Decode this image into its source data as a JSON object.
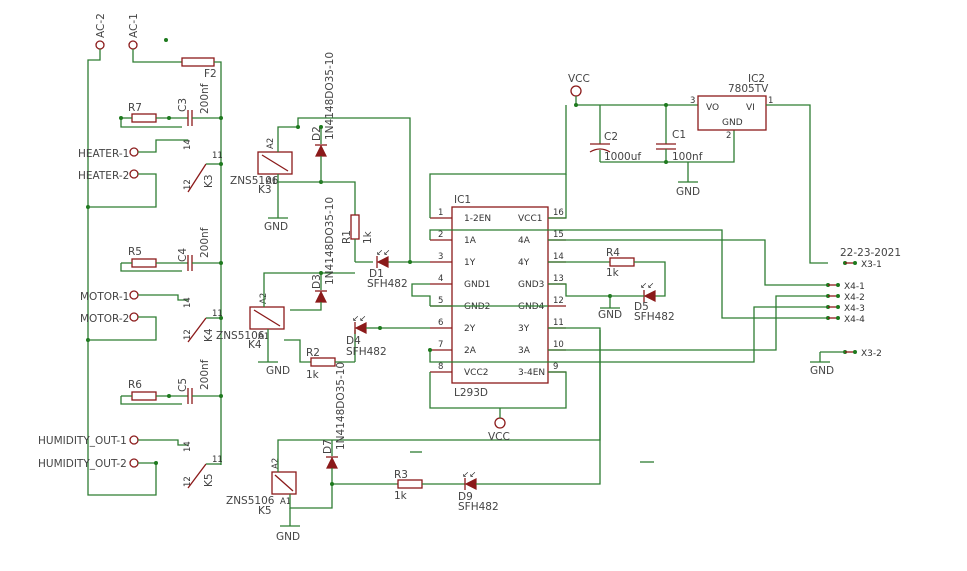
{
  "ac": {
    "ac2": "AC-2",
    "ac1": "AC-1"
  },
  "fuse": {
    "name": "F2"
  },
  "resistors": {
    "r7": "R7",
    "r5": "R5",
    "r6": "R6",
    "r1": "R1",
    "r1_val": "1k",
    "r2": "R2",
    "r2_val": "1k",
    "r3": "R3",
    "r3_val": "1k",
    "r4": "R4",
    "r4_val": "1k"
  },
  "caps": {
    "c3": "C3",
    "c3_val": "200nf",
    "c4": "C4",
    "c4_val": "200nf",
    "c5": "C5",
    "c5_val": "200nf",
    "c2": "C2",
    "c2_val": "1000uf",
    "c1": "C1",
    "c1_val": "100nf"
  },
  "terminals": {
    "heater1": "HEATER-1",
    "heater2": "HEATER-2",
    "motor1": "MOTOR-1",
    "motor2": "MOTOR-2",
    "hum1": "HUMIDITY_OUT-1",
    "hum2": "HUMIDITY_OUT-2"
  },
  "relays": {
    "k3": "K3",
    "k4": "K4",
    "k5": "K5",
    "k3_coil": "ZNS5106",
    "k4_coil": "ZNS5106",
    "k5_coil": "ZNS5106",
    "k3_c": "K3",
    "k4_c": "K4",
    "k5_c": "K5",
    "a1": "A1",
    "a2": "A2",
    "p11": "11",
    "p12": "12",
    "p14": "14"
  },
  "diodes": {
    "d2": "D2",
    "d3": "D3",
    "d7": "D7",
    "part": "1N4148DO35-10"
  },
  "leds": {
    "d1": "D1",
    "d4": "D4",
    "d5": "D5",
    "d9": "D9",
    "part": "SFH482"
  },
  "ic1": {
    "name": "IC1",
    "part": "L293D",
    "left_pins": [
      {
        "num": "1",
        "name": "1-2EN"
      },
      {
        "num": "2",
        "name": "1A"
      },
      {
        "num": "3",
        "name": "1Y"
      },
      {
        "num": "4",
        "name": "GND1"
      },
      {
        "num": "5",
        "name": "GND2"
      },
      {
        "num": "6",
        "name": "2Y"
      },
      {
        "num": "7",
        "name": "2A"
      },
      {
        "num": "8",
        "name": "VCC2"
      }
    ],
    "right_pins": [
      {
        "num": "16",
        "name": "VCC1"
      },
      {
        "num": "15",
        "name": "4A"
      },
      {
        "num": "14",
        "name": "4Y"
      },
      {
        "num": "13",
        "name": "GND3"
      },
      {
        "num": "12",
        "name": "GND4"
      },
      {
        "num": "11",
        "name": "3Y"
      },
      {
        "num": "10",
        "name": "3A"
      },
      {
        "num": "9",
        "name": "3-4EN"
      }
    ]
  },
  "ic2": {
    "name": "IC2",
    "part": "7805TV",
    "vo": "VO",
    "vi": "VI",
    "gnd": "GND",
    "p3": "3",
    "p2": "2",
    "p1": "1"
  },
  "power": {
    "vcc": "VCC",
    "gnd": "GND"
  },
  "connectors": {
    "date": "22-23-2021",
    "x31": "X3-1",
    "x32": "X3-2",
    "x41": "X4-1",
    "x42": "X4-2",
    "x43": "X4-3",
    "x44": "X4-4"
  }
}
